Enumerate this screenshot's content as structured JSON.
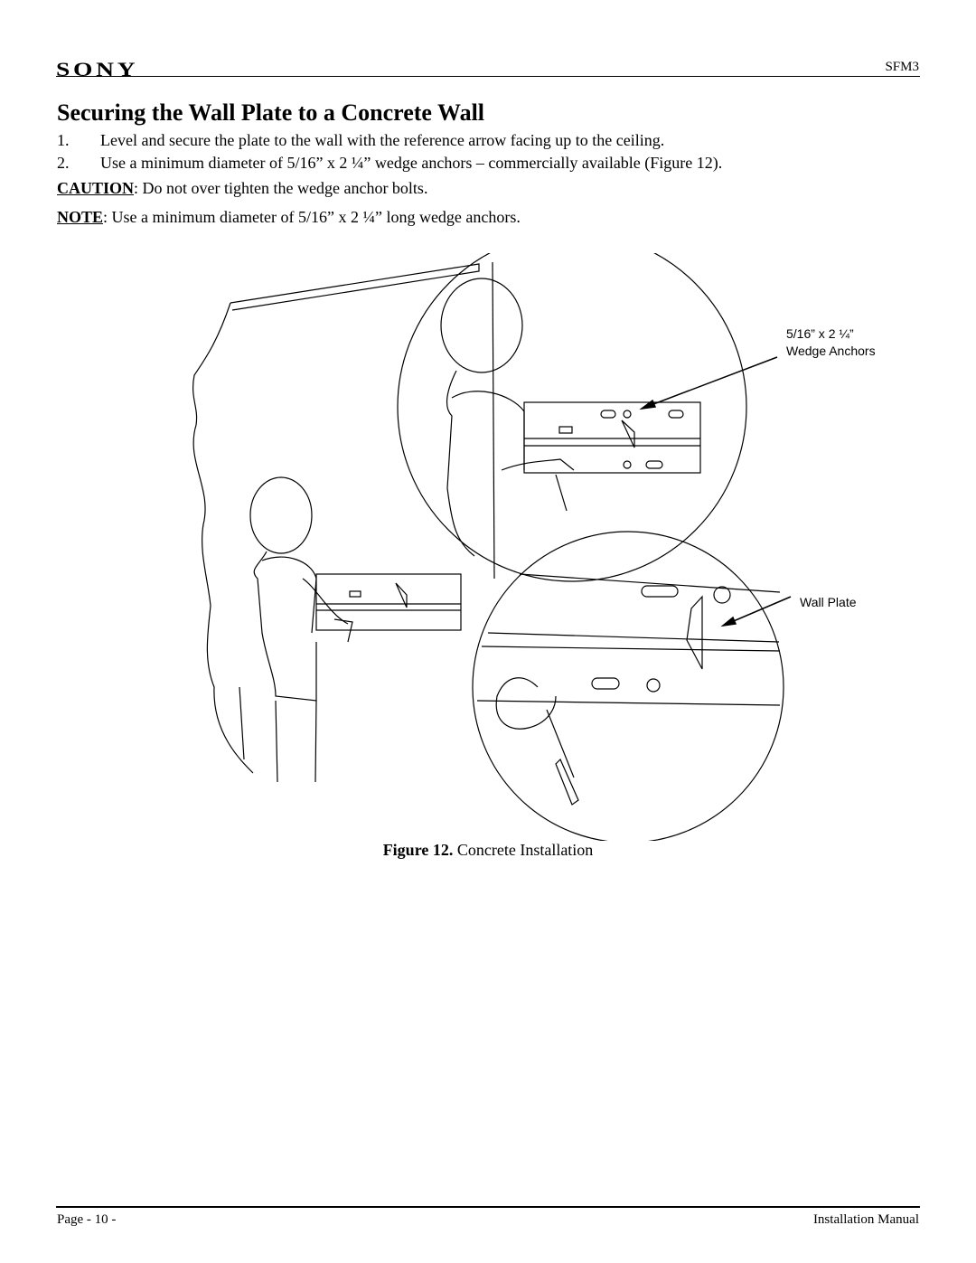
{
  "header": {
    "logo": "SONY",
    "model": "SFM3"
  },
  "title": "Securing the Wall Plate to a Concrete Wall",
  "steps": [
    {
      "num": "1.",
      "text": "Level and secure the plate to the wall with the reference arrow facing up to the ceiling."
    },
    {
      "num": "2.",
      "text": "Use a minimum diameter of 5/16” x 2 ¼” wedge anchors – commercially available (Figure 12)."
    }
  ],
  "caution": {
    "label": "CAUTION",
    "text": ":   Do not over tighten the wedge anchor bolts."
  },
  "note": {
    "label": "NOTE",
    "text": ":  Use a minimum diameter of 5/16” x 2 ¼” long wedge anchors."
  },
  "figure": {
    "callouts": {
      "anchors_line1": "5/16” x 2 ¼”",
      "anchors_line2": "Wedge Anchors",
      "wall_plate": "Wall Plate"
    },
    "caption_label": "Figure 12.",
    "caption_text": " Concrete Installation"
  },
  "footer": {
    "page": "Page - 10 -",
    "doc": "Installation Manual"
  }
}
